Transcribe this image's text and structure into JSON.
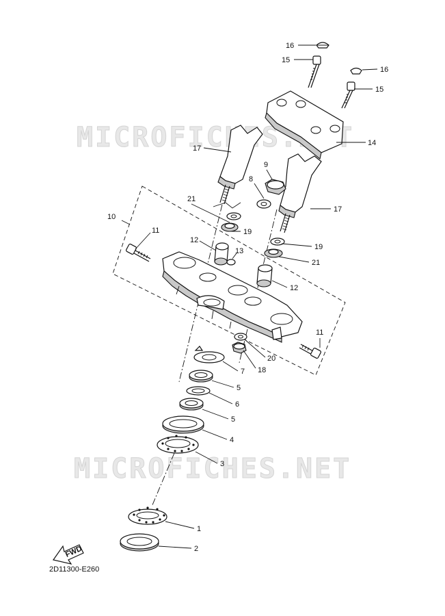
{
  "watermark": {
    "text": "MICROFICHES.NET"
  },
  "diagram_code": "2D11300-E260",
  "fwd_label": "FWD",
  "callouts": {
    "c1": "1",
    "c2": "2",
    "c3": "3",
    "c4": "4",
    "c5a": "5",
    "c5b": "5",
    "c6": "6",
    "c7": "7",
    "c8": "8",
    "c9": "9",
    "c10": "10",
    "c11a": "11",
    "c11b": "11",
    "c12a": "12",
    "c12b": "12",
    "c13": "13",
    "c14": "14",
    "c15a": "15",
    "c15b": "15",
    "c16a": "16",
    "c16b": "16",
    "c17a": "17",
    "c17b": "17",
    "c18": "18",
    "c19a": "19",
    "c19b": "19",
    "c20": "20",
    "c21a": "21",
    "c21b": "21"
  }
}
